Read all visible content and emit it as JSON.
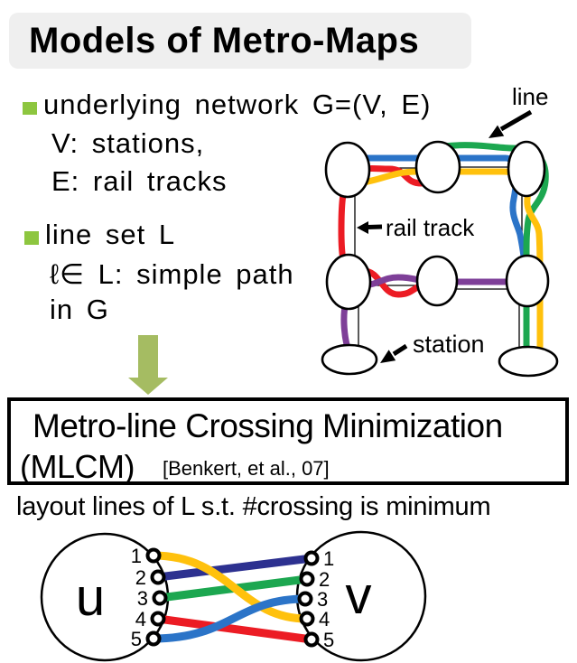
{
  "title": "Models of Metro-Maps",
  "bullets": [
    {
      "label": "underlying network G=(V, E)",
      "sublines": [
        "V: stations,",
        "E: rail tracks"
      ]
    },
    {
      "label": "line set L",
      "sublines": [
        "ℓ∈ L: simple path",
        "in G"
      ]
    }
  ],
  "metro_map": {
    "line_label": "line",
    "rail_track_label": "rail track",
    "station_label": "station"
  },
  "mlcm_box": {
    "line1": "Metro-line Crossing Minimization",
    "line2": "(MLCM)",
    "citation": "[Benkert, et al., 07]"
  },
  "caption": "layout lines of L s.t. #crossing is minimum",
  "uv_diagram": {
    "left_label": "u",
    "right_label": "v",
    "left_ports": [
      "1",
      "2",
      "3",
      "4",
      "5"
    ],
    "right_ports": [
      "1",
      "2",
      "3",
      "4",
      "5"
    ],
    "connections": [
      {
        "from": 4,
        "to": 5,
        "color": "red"
      },
      {
        "from": 2,
        "to": 1,
        "color": "navy"
      },
      {
        "from": 3,
        "to": 2,
        "color": "green"
      },
      {
        "from": 1,
        "to": 4,
        "color": "yellow"
      },
      {
        "from": 5,
        "to": 3,
        "color": "blue"
      }
    ]
  },
  "colors": {
    "red": "#EC1C24",
    "yellow": "#FFC10D",
    "blue": "#2B74C8",
    "green": "#1CA750",
    "purple": "#7E3F98",
    "navy": "#2D3190",
    "bullet_green": "#8DC63F",
    "arrow_green": "#A5BC62",
    "title_bg": "#EFEFEF"
  }
}
